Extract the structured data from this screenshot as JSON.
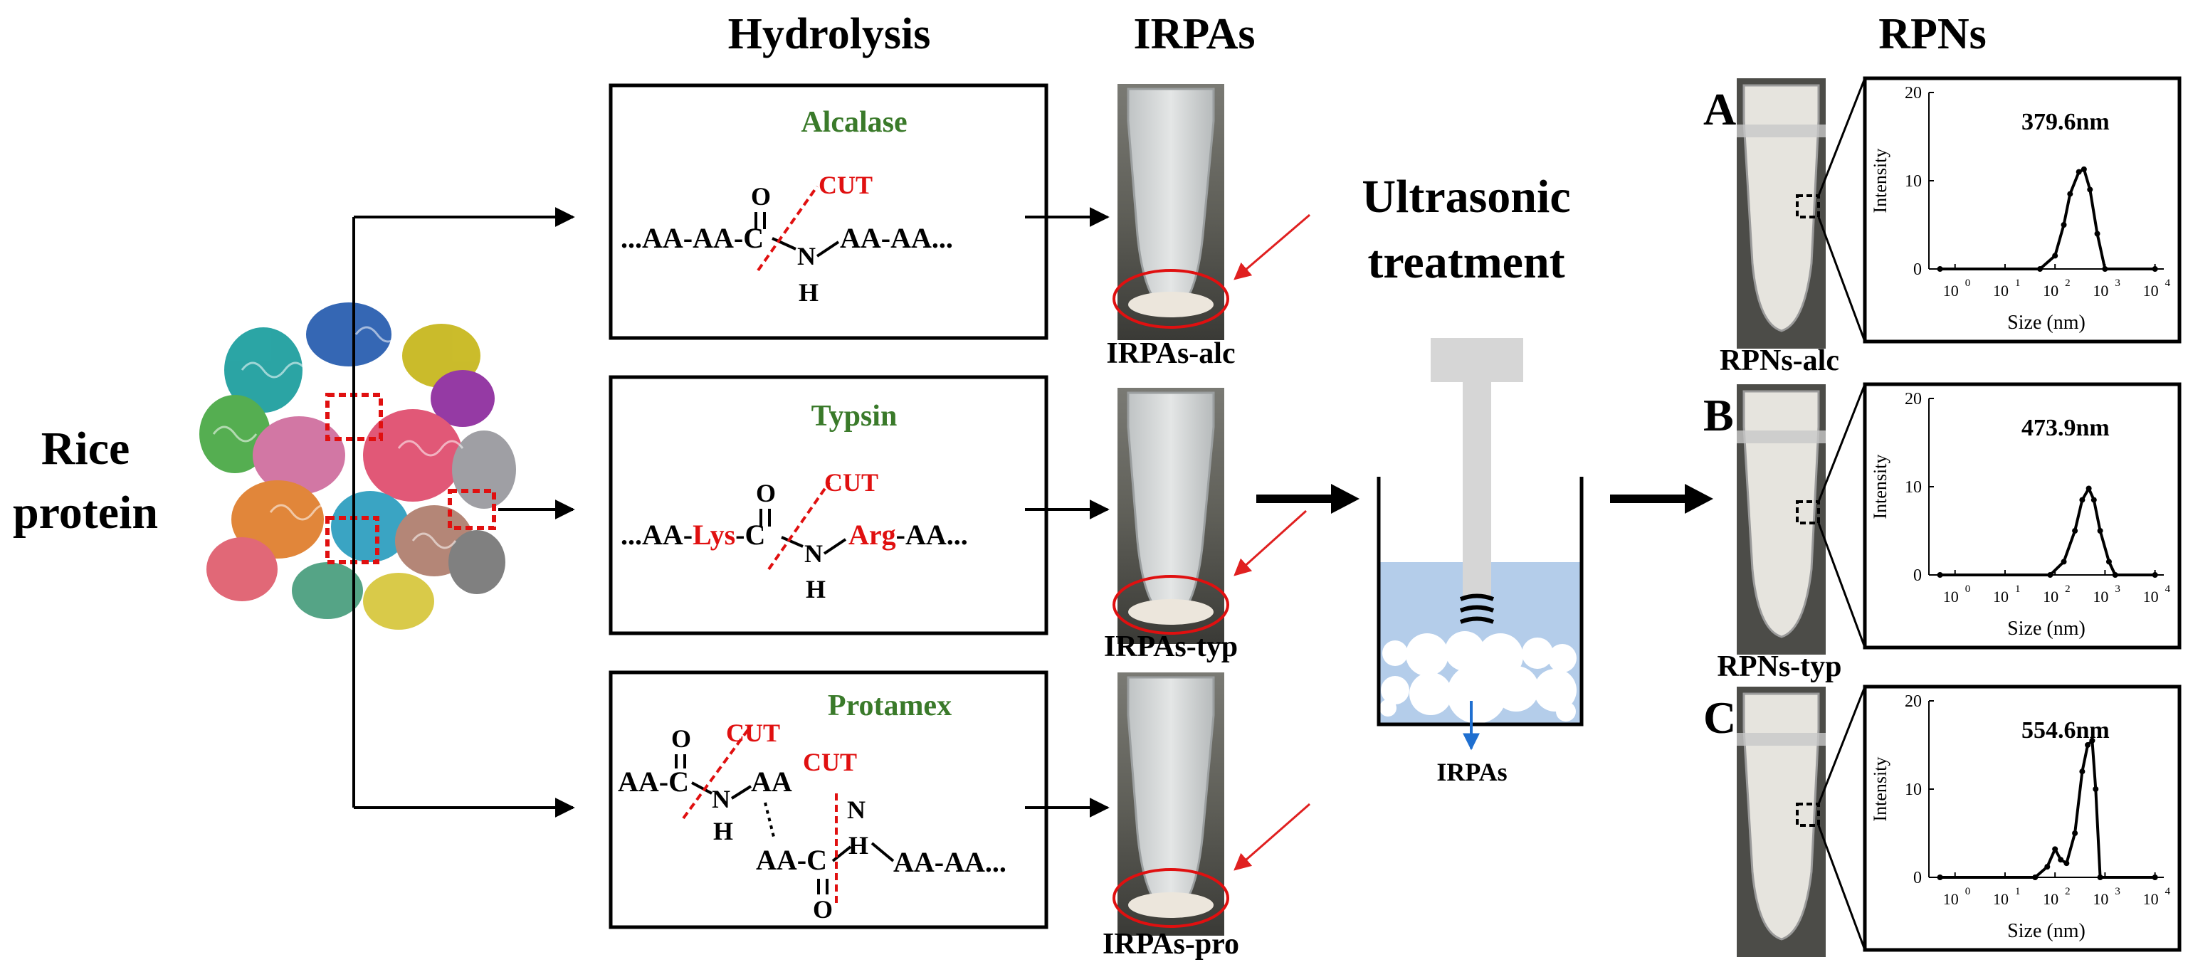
{
  "headers": {
    "hydrolysis": "Hydrolysis",
    "irpas": "IRPAs",
    "rpns": "RPNs",
    "ultrasonic_line1": "Ultrasonic",
    "ultrasonic_line2": "treatment"
  },
  "rice_protein": {
    "line1": "Rice",
    "line2": "protein"
  },
  "enzymes": [
    {
      "name": "Alcalase",
      "cut": "CUT",
      "bond": "...AA-AA-C",
      "right": "AA-AA...",
      "o": "O",
      "n": "N",
      "h": "H"
    },
    {
      "name": "Typsin",
      "cut": "CUT",
      "left_dots": "...AA-",
      "lys": "Lys",
      "c": "-C",
      "arg": "Arg",
      "right": "-AA...",
      "o": "O",
      "n": "N",
      "h": "H"
    },
    {
      "name": "Protamex",
      "cut": "CUT",
      "left": "AA-C",
      "aa": "AA",
      "aa2": "AA-C",
      "right": "AA-AA...",
      "o": "O",
      "n": "N",
      "h": "H"
    }
  ],
  "tube_labels": [
    "IRPAs-alc",
    "IRPAs-typ",
    "IRPAs-pro"
  ],
  "beaker_label": "IRPAs",
  "panels": [
    {
      "letter": "A",
      "label": "RPNs-alc",
      "peak": "379.6nm"
    },
    {
      "letter": "B",
      "label": "RPNs-typ",
      "peak": "473.9nm"
    },
    {
      "letter": "C",
      "label": "",
      "peak": "554.6nm"
    }
  ],
  "plot_axes": {
    "xlabel": "Size (nm)",
    "ylabel": "Intensity",
    "yticks": [
      "0",
      "10",
      "20"
    ],
    "xtick_base": "10",
    "xtick_exps": [
      "0",
      "1",
      "2",
      "3",
      "4"
    ]
  },
  "chart_data": [
    {
      "type": "line",
      "xlabel": "Size (nm)",
      "ylabel": "Intensity",
      "xscale": "log",
      "xlim": [
        0.3,
        15000
      ],
      "ylim": [
        0,
        20
      ],
      "series": [
        {
          "x": [
            0.5,
            50,
            100,
            150,
            200,
            300,
            379.6,
            500,
            700,
            1000,
            10000
          ],
          "y": [
            0,
            0,
            1.5,
            5,
            8.5,
            11,
            11.3,
            9,
            4,
            0,
            0
          ]
        }
      ]
    },
    {
      "type": "line",
      "xlabel": "Size (nm)",
      "ylabel": "Intensity",
      "xscale": "log",
      "xlim": [
        0.3,
        15000
      ],
      "ylim": [
        0,
        20
      ],
      "series": [
        {
          "x": [
            0.5,
            80,
            150,
            250,
            350,
            473.9,
            600,
            800,
            1200,
            1600,
            10000
          ],
          "y": [
            0,
            0,
            1.5,
            5,
            8.5,
            9.8,
            8.5,
            5,
            1.5,
            0,
            0
          ]
        }
      ]
    },
    {
      "type": "line",
      "xlabel": "Size (nm)",
      "ylabel": "Intensity",
      "xscale": "log",
      "xlim": [
        0.3,
        15000
      ],
      "ylim": [
        0,
        20
      ],
      "series": [
        {
          "x": [
            0.5,
            40,
            70,
            100,
            130,
            170,
            250,
            350,
            450,
            554.6,
            650,
            800,
            10000
          ],
          "y": [
            0,
            0,
            1.2,
            3.2,
            2.0,
            1.6,
            5,
            12,
            15,
            15.5,
            10,
            0,
            0
          ]
        }
      ]
    }
  ]
}
